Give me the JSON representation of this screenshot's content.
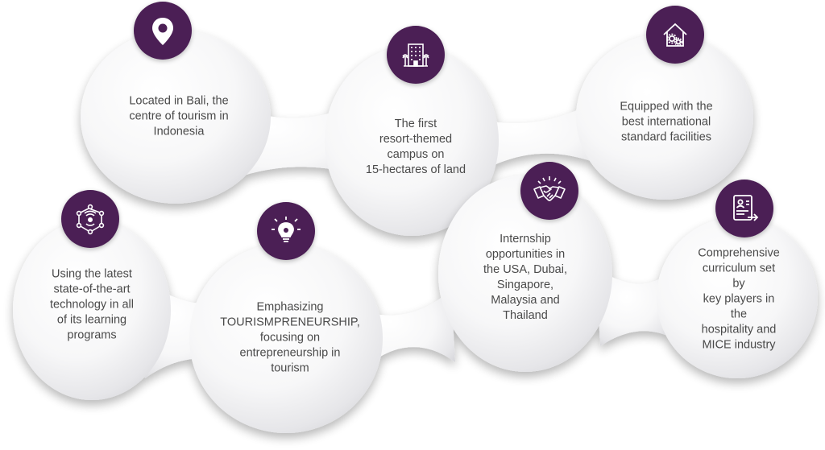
{
  "theme": {
    "accent": "#4b1f55",
    "text": "#4a4a4a",
    "bubble_light": "#ffffff",
    "bubble_shadow": "#d9d9dc"
  },
  "features": [
    {
      "id": "location",
      "icon": "map-pin-icon",
      "text": "Located in Bali, the\ncentre of tourism in\nIndonesia"
    },
    {
      "id": "campus",
      "icon": "buildings-icon",
      "text": "The first\nresort-themed\ncampus on\n15-hectares of land"
    },
    {
      "id": "facilities",
      "icon": "house-gears-icon",
      "text": "Equipped with the\nbest international\nstandard facilities"
    },
    {
      "id": "technology",
      "icon": "network-icon",
      "text": "Using the latest\nstate-of-the-art\ntechnology in all\nof its learning\nprograms"
    },
    {
      "id": "tourismpreneurship",
      "icon": "lightbulb-icon",
      "text": "Emphasizing\nTOURISMPRENEURSHIP,\nfocusing on\nentrepreneurship in\ntourism"
    },
    {
      "id": "internship",
      "icon": "handshake-icon",
      "text": "Internship\nopportunities in\nthe USA, Dubai,\nSingapore,\nMalaysia and\nThailand"
    },
    {
      "id": "curriculum",
      "icon": "document-arrow-icon",
      "text": "Comprehensive\ncurriculum set by\nkey players in the\nhospitality and\nMICE industry"
    }
  ]
}
